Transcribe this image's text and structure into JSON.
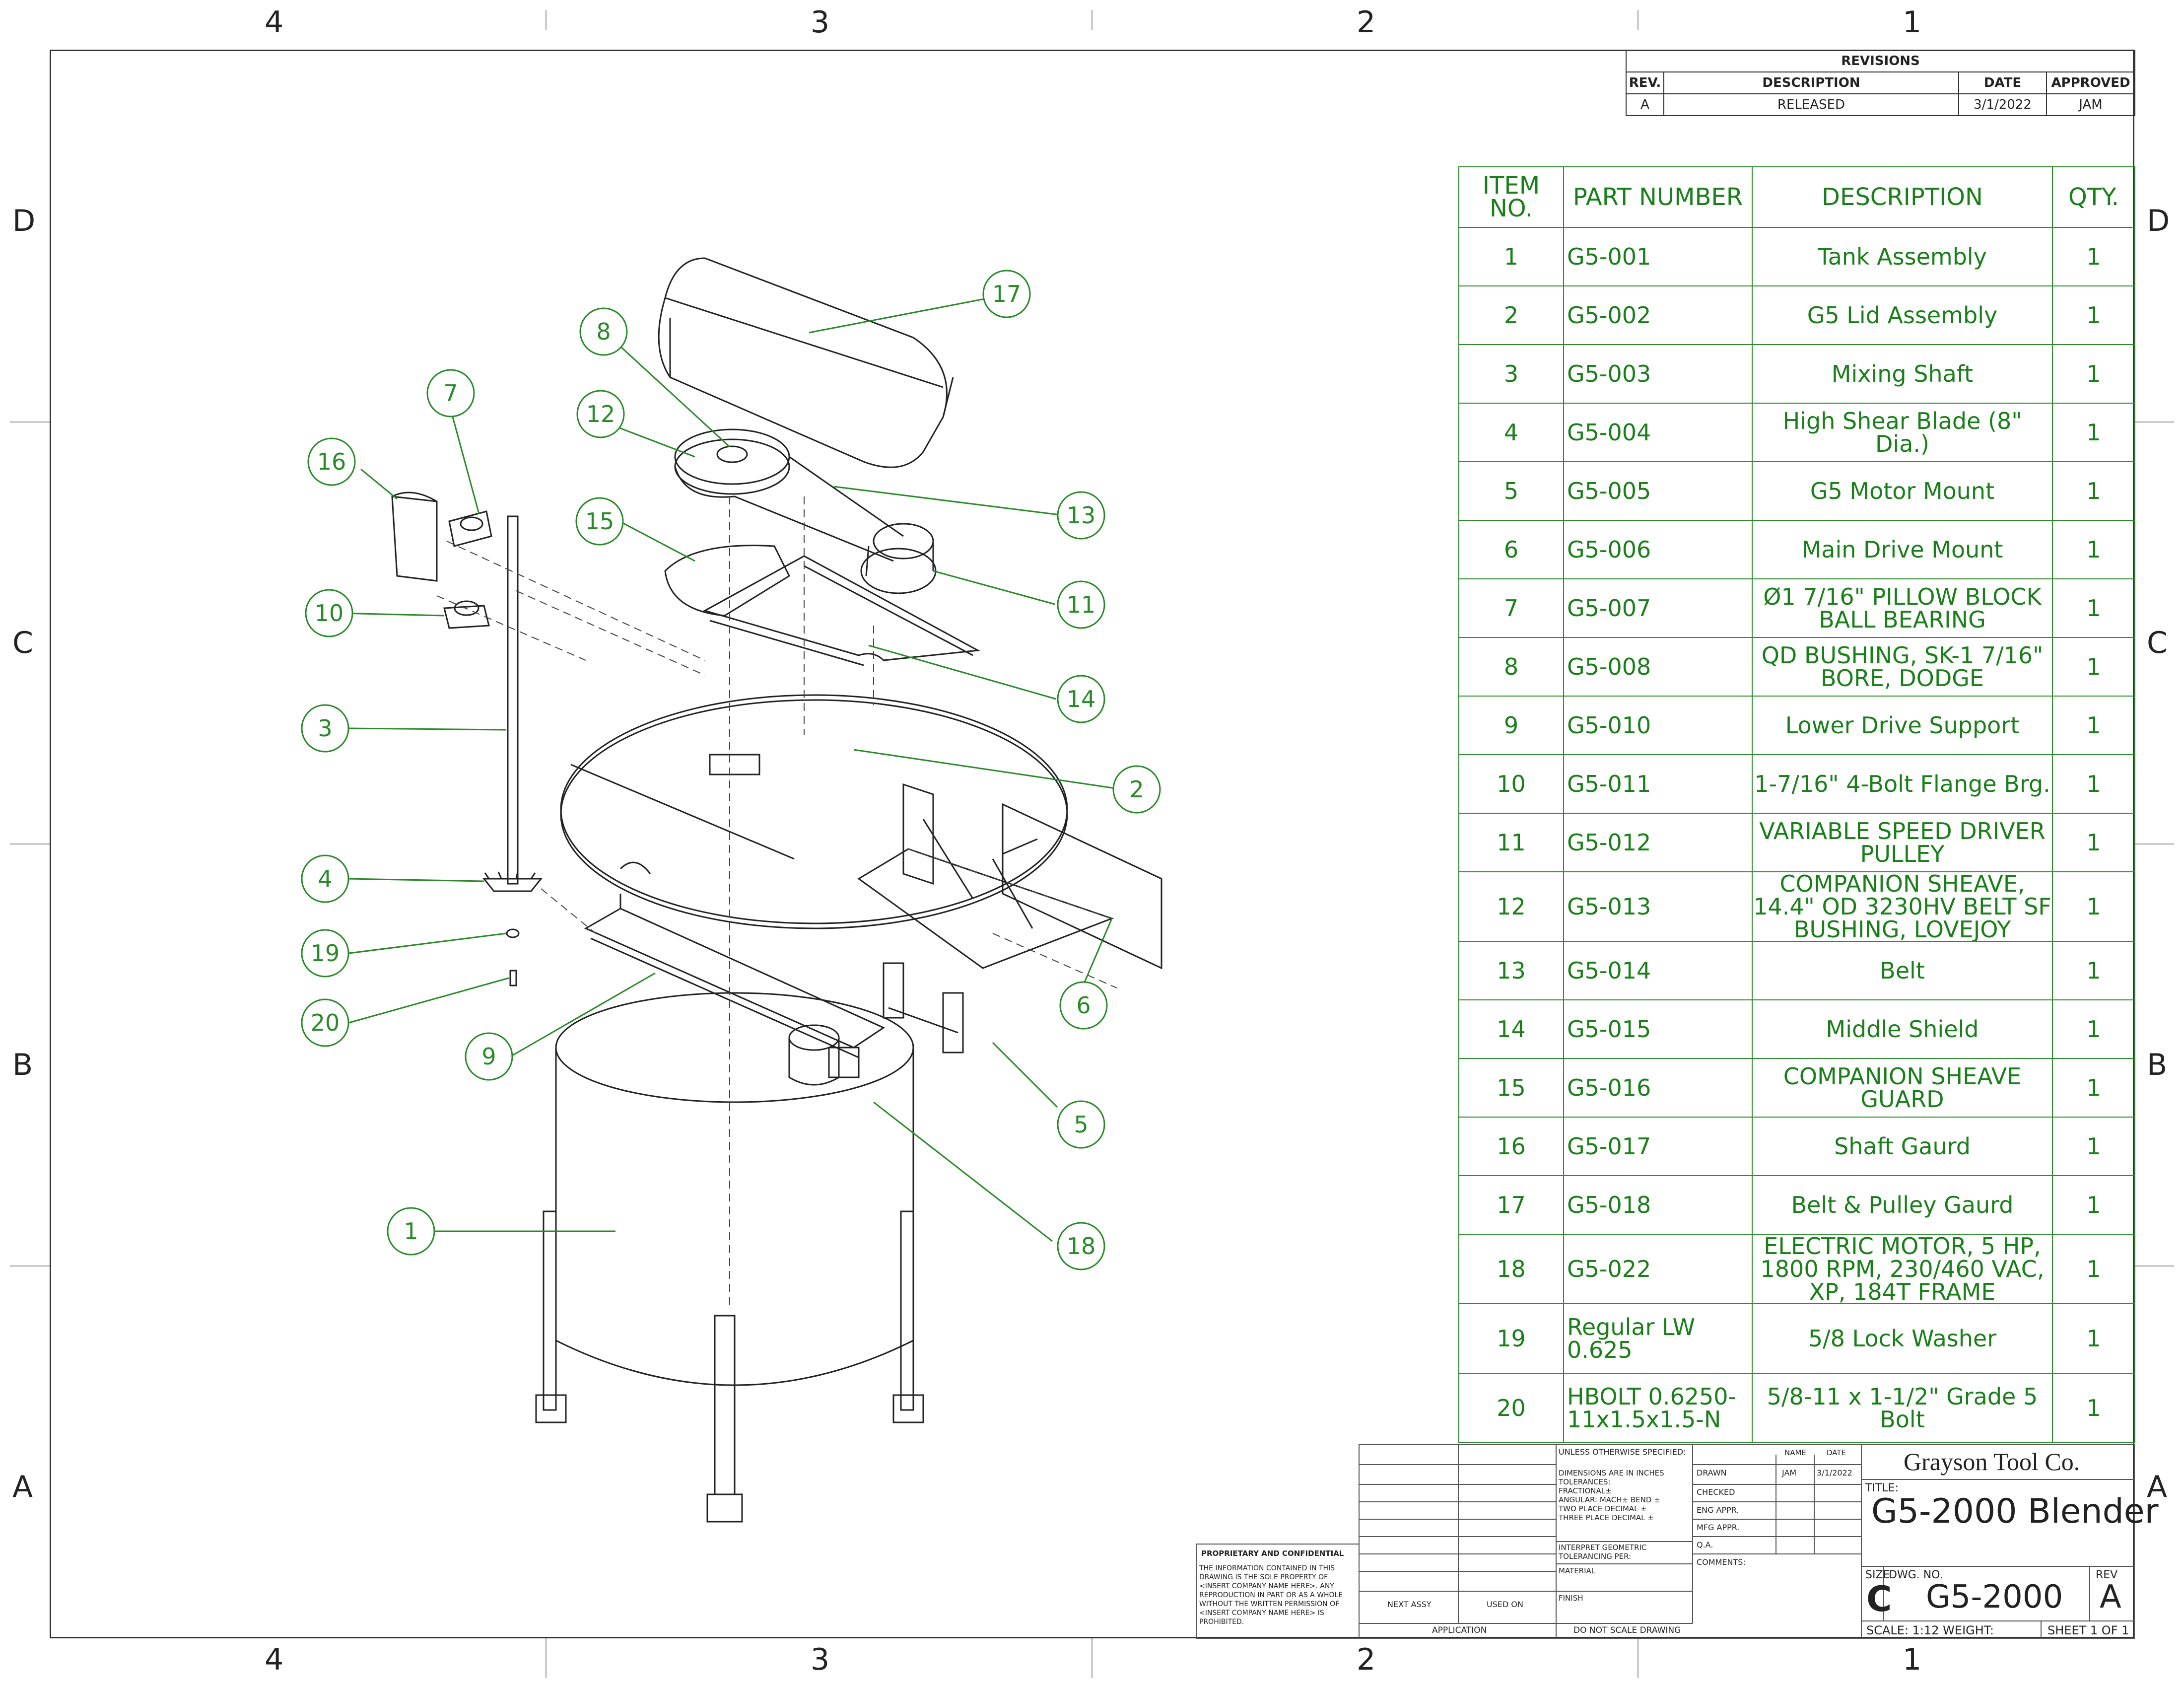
{
  "zones": {
    "columns": [
      "4",
      "3",
      "2",
      "1"
    ],
    "rows": [
      "D",
      "C",
      "B",
      "A"
    ]
  },
  "revisions": {
    "title": "REVISIONS",
    "headers": {
      "rev": "REV.",
      "description": "DESCRIPTION",
      "date": "DATE",
      "approved": "APPROVED"
    },
    "row": {
      "rev": "A",
      "description": "RELEASED",
      "date": "3/1/2022",
      "approved": "JAM"
    }
  },
  "bom": {
    "headers": {
      "item": "ITEM NO.",
      "part": "PART NUMBER",
      "description": "DESCRIPTION",
      "qty": "QTY."
    },
    "rows": [
      {
        "item": "1",
        "part": "G5-001",
        "description": "Tank Assembly",
        "qty": "1"
      },
      {
        "item": "2",
        "part": "G5-002",
        "description": "G5 Lid Assembly",
        "qty": "1"
      },
      {
        "item": "3",
        "part": "G5-003",
        "description": "Mixing Shaft",
        "qty": "1"
      },
      {
        "item": "4",
        "part": "G5-004",
        "description": "High Shear Blade (8\" Dia.)",
        "qty": "1"
      },
      {
        "item": "5",
        "part": "G5-005",
        "description": "G5 Motor Mount",
        "qty": "1"
      },
      {
        "item": "6",
        "part": "G5-006",
        "description": "Main Drive Mount",
        "qty": "1"
      },
      {
        "item": "7",
        "part": "G5-007",
        "description": "Ø1 7/16\" PILLOW BLOCK BALL BEARING",
        "qty": "1"
      },
      {
        "item": "8",
        "part": "G5-008",
        "description": "QD BUSHING, SK-1 7/16\" BORE, DODGE",
        "qty": "1"
      },
      {
        "item": "9",
        "part": "G5-010",
        "description": "Lower Drive Support",
        "qty": "1"
      },
      {
        "item": "10",
        "part": "G5-011",
        "description": "1-7/16\" 4-Bolt Flange Brg.",
        "qty": "1"
      },
      {
        "item": "11",
        "part": "G5-012",
        "description": "VARIABLE SPEED DRIVER PULLEY",
        "qty": "1"
      },
      {
        "item": "12",
        "part": "G5-013",
        "description": "COMPANION SHEAVE, 14.4\" OD 3230HV BELT SF BUSHING, LOVEJOY",
        "qty": "1"
      },
      {
        "item": "13",
        "part": "G5-014",
        "description": "Belt",
        "qty": "1"
      },
      {
        "item": "14",
        "part": "G5-015",
        "description": "Middle Shield",
        "qty": "1"
      },
      {
        "item": "15",
        "part": "G5-016",
        "description": "COMPANION SHEAVE GUARD",
        "qty": "1"
      },
      {
        "item": "16",
        "part": "G5-017",
        "description": "Shaft Gaurd",
        "qty": "1"
      },
      {
        "item": "17",
        "part": "G5-018",
        "description": "Belt & Pulley Gaurd",
        "qty": "1"
      },
      {
        "item": "18",
        "part": "G5-022",
        "description": "ELECTRIC MOTOR, 5 HP, 1800 RPM, 230/460 VAC, XP, 184T FRAME",
        "qty": "1"
      },
      {
        "item": "19",
        "part": "Regular LW 0.625",
        "description": "5/8 Lock Washer",
        "qty": "1"
      },
      {
        "item": "20",
        "part": "HBOLT 0.6250-11x1.5x1.5-N",
        "description": "5/8-11 x 1-1/2\" Grade 5 Bolt",
        "qty": "1"
      }
    ]
  },
  "balloons": [
    "1",
    "2",
    "3",
    "4",
    "5",
    "6",
    "7",
    "8",
    "9",
    "10",
    "11",
    "12",
    "13",
    "14",
    "15",
    "16",
    "17",
    "18",
    "19",
    "20"
  ],
  "title_block": {
    "proprietary_title": "PROPRIETARY AND CONFIDENTIAL",
    "proprietary_text": [
      "THE INFORMATION CONTAINED IN THIS",
      "DRAWING IS THE SOLE PROPERTY OF",
      "<INSERT COMPANY NAME HERE>.  ANY",
      "REPRODUCTION IN PART OR AS A WHOLE",
      "WITHOUT THE WRITTEN PERMISSION OF",
      "<INSERT COMPANY NAME HERE> IS",
      "PROHIBITED."
    ],
    "next_assy": "NEXT ASSY",
    "used_on": "USED ON",
    "application": "APPLICATION",
    "do_not_scale": "DO NOT SCALE DRAWING",
    "unless": "UNLESS OTHERWISE SPECIFIED:",
    "dims": [
      "DIMENSIONS ARE IN INCHES",
      "TOLERANCES:",
      "FRACTIONAL±",
      "ANGULAR: MACH±    BEND ±",
      "TWO PLACE DECIMAL    ±",
      "THREE PLACE DECIMAL  ±"
    ],
    "interpret": [
      "INTERPRET GEOMETRIC",
      "TOLERANCING PER:"
    ],
    "material": "MATERIAL",
    "finish": "FINISH",
    "name_hdr": "NAME",
    "date_hdr": "DATE",
    "drawn": "DRAWN",
    "drawn_name": "JAM",
    "drawn_date": "3/1/2022",
    "checked": "CHECKED",
    "eng_appr": "ENG APPR.",
    "mfg_appr": "MFG APPR.",
    "qa": "Q.A.",
    "comments": "COMMENTS:",
    "company": "Grayson Tool Co.",
    "title_label": "TITLE:",
    "title": "G5-2000 Blender",
    "size_label": "SIZE",
    "size": "C",
    "dwg_label": "DWG.  NO.",
    "dwg_no": "G5-2000",
    "rev_label": "REV",
    "rev": "A",
    "scale": "SCALE: 1:12 WEIGHT:",
    "sheet": "SHEET 1 OF 1"
  }
}
